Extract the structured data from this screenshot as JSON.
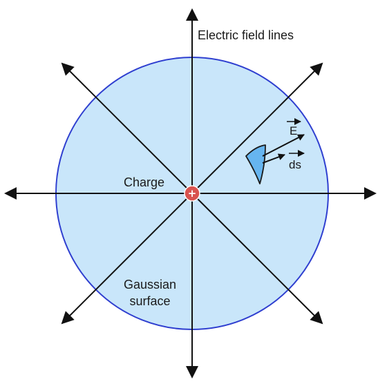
{
  "labels": {
    "field_lines": "Electric field lines",
    "charge": "Charge",
    "surface_line1": "Gaussian",
    "surface_line2": "surface",
    "e_vector": "E",
    "ds_vector": "ds",
    "charge_sign": "+"
  },
  "colors": {
    "sphere_fill": "#c9e6fa",
    "sphere_stroke": "#2f3fd0",
    "line": "#111111",
    "charge": "#d9534f",
    "patch_fill": "#66b5f0",
    "patch_stroke": "#1a1a1a"
  },
  "field_line_directions": [
    "up",
    "down",
    "left",
    "right",
    "up-left",
    "up-right",
    "down-left",
    "down-right"
  ]
}
